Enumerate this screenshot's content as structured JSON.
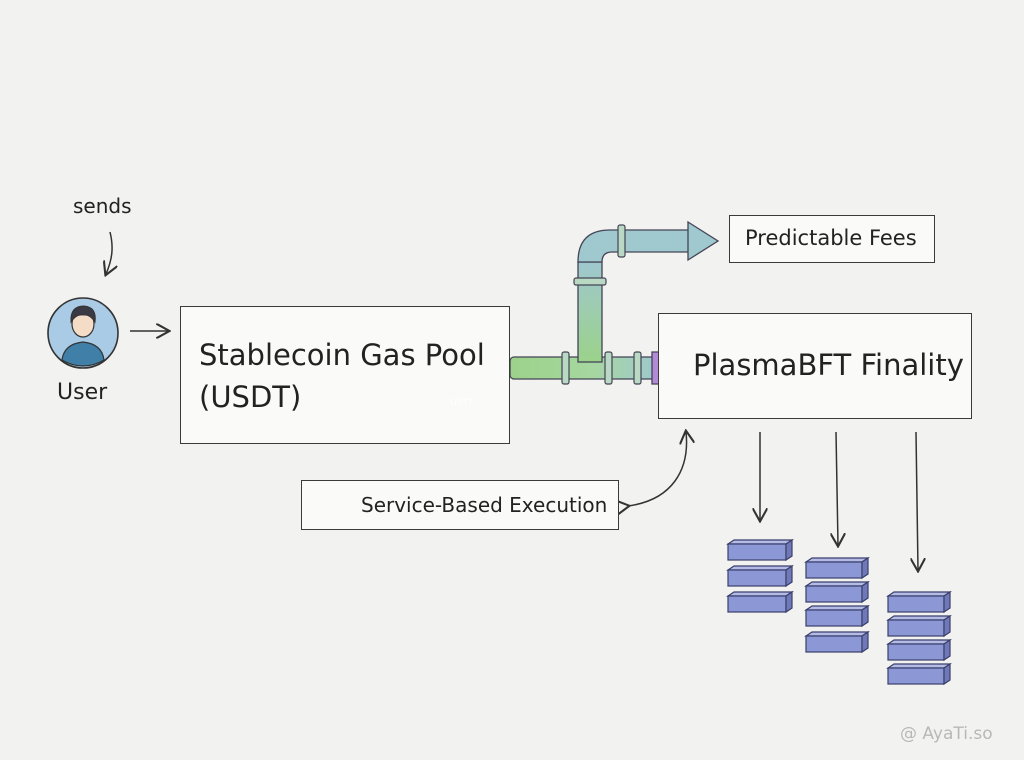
{
  "user": {
    "label": "User",
    "avatar_icon": "person-icon"
  },
  "sends_label": "sends",
  "gas_pool": {
    "title_line1": "Stablecoin Gas Pool",
    "title_line2": "(USDT)",
    "coin_label": "USTT",
    "coin_color": "#2f5d7c"
  },
  "finality": {
    "title": "PlasmaBFT Finality"
  },
  "fees": {
    "label": "Predictable Fees"
  },
  "execution": {
    "label": "Service-Based Execution",
    "icon": "server-stack-icon"
  },
  "pipe_colors": {
    "green": "#9bd28a",
    "blue": "#9fc8cf",
    "purple": "#b38ad6"
  },
  "block_color": "#8c97d6",
  "watermark": "@ AyaTi.so"
}
